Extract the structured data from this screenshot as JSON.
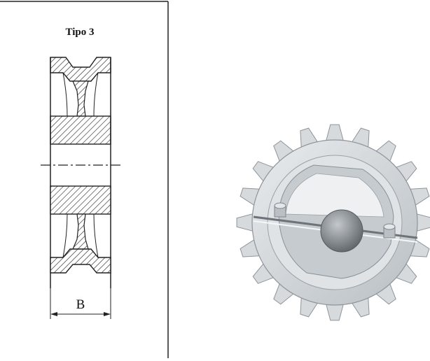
{
  "section_drawing": {
    "title": "Tipo 3",
    "dimension_label": "B"
  },
  "sprocket_render": {
    "tooth_count": 20,
    "description_color": "#c9ced3"
  }
}
